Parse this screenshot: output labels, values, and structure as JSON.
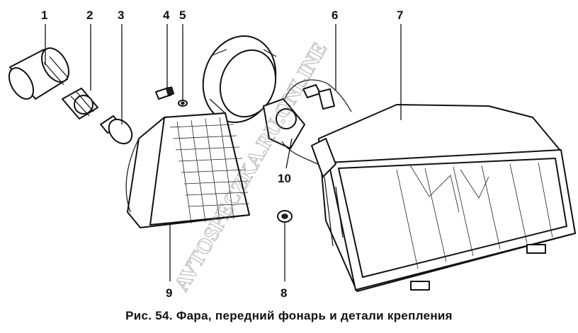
{
  "figure": {
    "callouts": [
      "1",
      "2",
      "3",
      "4",
      "5",
      "6",
      "7",
      "8",
      "9",
      "10"
    ],
    "watermark": "AVTOSPECZKA.RU.ONLINE",
    "caption": "Рис. 54. Фара, передний фонарь и детали крепления"
  }
}
